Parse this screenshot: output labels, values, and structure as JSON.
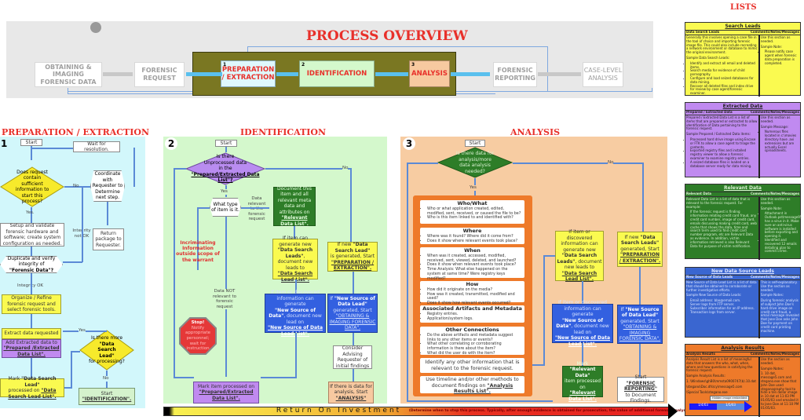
{
  "overview": {
    "title": "PROCESS OVERVIEW",
    "stages": [
      {
        "label": "OBTAINING & IMAGING FORENSIC DATA",
        "active": false
      },
      {
        "label": "FORENSIC REQUEST",
        "active": false
      },
      {
        "number": "1",
        "label": "PREPARATION / EXTRACTION",
        "active": true,
        "color": "#dff8fc"
      },
      {
        "number": "2",
        "label": "IDENTIFICATION",
        "active": true,
        "color": "#d4f8cc"
      },
      {
        "number": "3",
        "label": "ANALYSIS",
        "active": true,
        "color": "#f7c9a0"
      },
      {
        "label": "FORENSIC REPORTING",
        "active": false
      },
      {
        "label": "CASE-LEVEL ANALYSIS",
        "active": false
      }
    ]
  },
  "prep": {
    "title": "PREPARATION / EXTRACTION",
    "number": "1",
    "start": "Start",
    "wait": "Wait for resolution.",
    "q1": "Does request contain sufficient information to start this process?",
    "no": "No",
    "yes": "Yes.",
    "coordinate": "Coordinate with Requester to Determine next step.",
    "setup": "Setup and validate forensic hardware and software; create system configuration as needed.",
    "integrity_not_ok": "Integrity not OK",
    "return_pkg": "Return package to Requester.",
    "duplicate": "Duplicate and verify integrity of",
    "duplicate_bold": "\"Forensic Data\"?",
    "integrity_ok": "Integrity OK",
    "organize": "Organize / Refine forensic request and select forensic tools.",
    "extract": "Extract data requested",
    "add_extracted": "Add Extracted data to",
    "add_extracted_link": "\"Prepared /Extracted Data List\".",
    "q2_pre": "Is there more",
    "q2_bold": "\"Data Search Lead\"",
    "q2_post": "for processing?",
    "yes2": "Yes",
    "no2": "No",
    "mark_pre": "Mark",
    "mark_bold": "\"Data Search Lead\"",
    "mark_mid": "processed on",
    "mark_link": "\"Data Search Lead List\".",
    "start_next_pre": "Start",
    "start_next_link": "\"IDENTIFICATION\"."
  },
  "ident": {
    "title": "IDENTIFICATION",
    "number": "2",
    "start": "Start",
    "q1_pre": "Is there Unprocessed data in the",
    "q1_link": "\"Prepared/Extracted Data List\"?",
    "yes": "Yes",
    "no": "No",
    "what_type": "What type of item is it.",
    "relevant_lbl": "Data relevant to the forensic request",
    "document": "Document this item and all relevant meta data and attributes on",
    "document_link": "\"Relevant Data List\".",
    "incrim": "Incriminating Information outside scope of the warrant",
    "not_relevant": "Data NOT relevant to forensic request",
    "dsl_pre": "If item can generate new",
    "dsl_bold": "\"Data Search Leads\"",
    "dsl_mid": ", document new leads to",
    "dsl_link": "\"Data Search Lead List\".",
    "new_dsl_pre": "If new",
    "new_dsl_bold": "\"Data Search Lead\"",
    "new_dsl_mid": "is generated, Start",
    "new_dsl_link": "\"PREPARATION / EXTRACTION\".",
    "stop_title": "Stop!",
    "stop_text": "Notify appropriate personnel; wait for instruction",
    "nsd_pre": "If item or discovered information can generate",
    "nsd_bold": "\"New Source of Data\"",
    "nsd_mid": ", document new lead on",
    "nsd_link": "\"New Source of Data Lead List\".",
    "new_nsd_pre": "If",
    "new_nsd_bold": "\"New Source of Data Lead\"",
    "new_nsd_mid": "generated, Start",
    "new_nsd_link": "\"OBTAINING & IMAGING FORENSIC DATA\".",
    "consider": "Consider Advising Requester of initial findings",
    "mark_pre": "Mark item processed on",
    "mark_link": "\"Prepared/Extracted Data List\".",
    "analysis_pre": "If there is data for analysis, Start",
    "analysis_link": "\"ANALYSIS\""
  },
  "analysis": {
    "title": "ANALYSIS",
    "number": "3",
    "start": "Start",
    "q1": "Is there data for analysis/more data analysis needed?",
    "yes": "Yes",
    "no": "No",
    "cards": [
      {
        "title": "Who/What",
        "items": [
          "Who or what application created, edited, modified, sent, received, or caused the file to be?",
          "Who is this item linked to and identified with?"
        ]
      },
      {
        "title": "Where",
        "items": [
          "Where was it found? Where did it come from?",
          "Does it show where relevant events took place?"
        ]
      },
      {
        "title": "When",
        "items": [
          "When was it created, accessed, modified, received, sent, viewed, deleted, and launched?",
          "Does it show when relevant events took place?",
          "Time Analysis: What else happened on the system at same time? Were registry keys modified?"
        ]
      },
      {
        "title": "How",
        "items": [
          "How did it originate on the media?",
          "How was it created, transmitted, modified and used?",
          "Does it show how relevant events occurred?"
        ]
      },
      {
        "title": "Associated Artifacts and Metadata",
        "items": [
          "Registry entries.",
          "Application/system logs."
        ]
      },
      {
        "title": "Other Connections",
        "items": [
          "Do the above artifacts and metadata suggest links to any other items or events?",
          "What other correlating or corroborating information is there about the item?",
          "What did the user do with the item?"
        ]
      }
    ],
    "identify_other": "Identify any other information that is relevant to the forensic request.",
    "timeline_pre": "Use timeline and/or other methods to document findings on",
    "timeline_link": "\"Analysis Results List\".",
    "dsl_pre": "If item or discovered information can generate new",
    "dsl_bold": "\"Data Search Leads\"",
    "dsl_mid": ", document new leads to",
    "dsl_link": "\"Data Search Lead List\".",
    "new_dsl_pre": "If new",
    "new_dsl_bold": "\"Data Search Leads\"",
    "new_dsl_mid": "generated, Start",
    "new_dsl_link": "\"PREPARATION / EXTRACTION\".",
    "nsd_pre": "If item or discovered information can generate",
    "nsd_bold": "\"New Source of Data\"",
    "nsd_mid": ", document new lead on",
    "nsd_link": "\"New Source of Data Lead List\".",
    "new_nsd_pre": "If",
    "new_nsd_bold": "\"New Source of Data Lead\"",
    "new_nsd_mid": "generated, Start",
    "new_nsd_link": "\"OBTAINING & IMAGING FORENSIC DATA\".",
    "mark_pre": "Mark",
    "mark_bold": "\"Relevant Data\"",
    "mark_mid": "item processed on",
    "mark_link": "\"Relevant Data List\".",
    "report_pre": "Start",
    "report_link": "\"FORENSIC REPORTING\"",
    "report_post": "to Document Findings."
  },
  "roi": {
    "title": "Return On Investment",
    "subtitle": "(Determine when to stop this process. Typically, after enough evidence is obtained for prosecution, the value of additional forensic analysis diminishes.)"
  },
  "lists": {
    "title": "LISTS",
    "col_right": "Comments/Notes/Messages",
    "cards": [
      {
        "title": "Search Leads",
        "col_left": "Data Search Leads",
        "color": "#fafa50",
        "text_color": "#222",
        "left": [
          "Generally this involves opening a case file in the tool of choice and importing forensic image file. This could also include recreating a network environment or database to mimic the original environment.",
          "Sample Data Search Leads:"
        ],
        "left_items": [
          "Identify and extract all email and deleted items.",
          "Search media for evidence of child pornography.",
          "Configure and load seized databases for data mining.",
          "Recover all deleted files and index drive for review by case agent/forensic examiner."
        ],
        "right": [
          "Use this section as needed.",
          "Sample Note:"
        ],
        "right_items": [
          "Please notify case agent when forensic data preparation is completed."
        ]
      },
      {
        "title": "Extracted Data",
        "col_left": "Prepared / Extracted Data",
        "color": "#c08af0",
        "text_color": "#222",
        "left": [
          "Prepared / Extracted Data List is a list of items that are prepared or extracted to allow identification of Data pertaining to the forensic request.",
          "Sample Prepared / Extracted Data items:"
        ],
        "left_items": [
          "Processed hard drive image using Encase or FTK to allow a case agent to triage the contents.",
          "Exported registry files and installed registry viewer to allow a forensic examiner to examine registry entries.",
          "A seized database files is loaded on a database server ready for data mining."
        ],
        "right": [
          "Use this section as needed.",
          "Sample Message:"
        ],
        "right_items": [
          "Numerous files located in c:\\movies directory have .avi extensions but are actually Excel spreadsheets."
        ]
      },
      {
        "title": "Relevant Data",
        "col_left": "Relevant Data",
        "color": "#2e7d28",
        "text_color": "#d8f0d0",
        "left": [
          "Relevant Data List is a list of data that is relevant to the forensic request. For example:"
        ],
        "left_items": [
          "If the forensic request is finding information relating credit card fraud, any credit card number, image of credit card, emails discussing making credit card, web cache that shows the data, time and search term used to find credit card number program, etc are Relevant Data as evidence. In addition, victim information retrieved is also Relevant Data for purpose of victim notification."
        ],
        "right": [
          "Use this section as needed.",
          "Sample Note:"
        ],
        "right_items": [
          "Attachment in Outlook.pst\\message95 has a virus in it. Make sure an anti-virus software is installed before exporting and opening it.",
          "Identified and recovered 12 emails detailing plan to commit crime."
        ]
      },
      {
        "title": "New Data Source Leads",
        "col_left": "New Source of Data Leads",
        "color": "#3a66d0",
        "text_color": "#dde6ff",
        "left": [
          "New Source of Data Lead List is a list of data that should be obtained to corroborate or further investigative efforts.",
          "Sample New Source of Data Leads:"
        ],
        "left_items": [
          "Email address: bbo@email.com.",
          "Server logs from FTP server.",
          "Subscriber information for an IP address.",
          "Transaction logs from server."
        ],
        "right": [
          "This is self-explanatory. Use the section as needed.",
          "Sample Notes:",
          "During forensic analysis of subject John Doe's hard drive image on credit card fraud, a email message revealed that Jane Doe asks John Doe for payment on credit card printing machine."
        ],
        "right_items": []
      },
      {
        "title": "Analysis Results",
        "col_left": "Analysis Results",
        "color": "#ee7a2a",
        "text_color": "#222",
        "left": [
          "Analysis Result List is a list of meaningful data that answers the who, what, when, where and how questions in satisfying the forensic request.",
          "Sample Analysis Results:",
          "1. \\Windows\\ghB0\\mmsta0900747(b).10.dat",
          "\\stegano\\Doc.dfs\\cy\\message5.com",
          "\\Special Tools\\stegano.exe"
        ],
        "left_items": [],
        "right": [
          "Use the section as needed.",
          "Sample Notes:",
          "1. 10 dat, message5.com and stegano.exe show that John Doe used steganography tool to hide a ten dollar image in 10 dat at 11:03 PM 01/05/03 and emailed it to Jane Doe at 11:10 PM 01/05/03."
        ],
        "right_items": [],
        "timeline": {
          "callout": "Hidden image embedded",
          "dates": [
            "1/4/03",
            "1/5/03"
          ]
        }
      }
    ]
  }
}
